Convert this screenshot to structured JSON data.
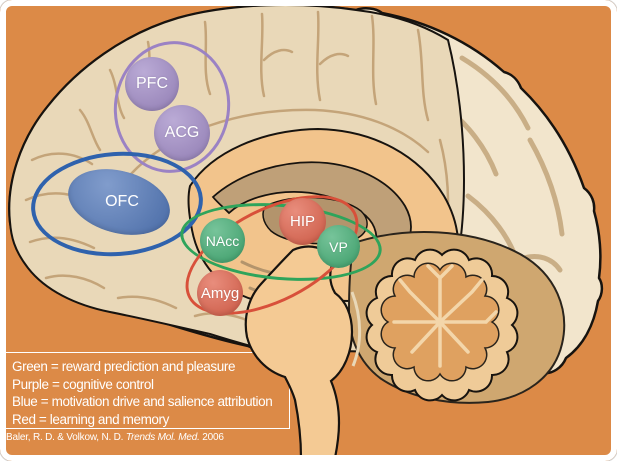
{
  "figure": {
    "description": "Midsagittal human brain diagram with labeled limbic and cortical regions grouped into four colored circuits"
  },
  "colors": {
    "background": "#dc8a47",
    "frame": "#ffffff",
    "cortex_medial": "#e9d8b8",
    "cortex_lateral": "#f2e5cc",
    "sulci": "#c4a479",
    "gyri_lateral": "#c9ae86",
    "limbic_orange": "#f2c48c",
    "corpus_callosum": "#bfa078",
    "thalamus": "#b3946c",
    "brainstem": "#f4ca94",
    "cerebellum_outer": "#efcb98",
    "cerebellum_inner": "#dfa160",
    "cerebellum_branches": "#f3d6aa",
    "posterior_fossa": "#cfa770",
    "outline": "#17130f",
    "node_purple": "#a08ac6",
    "node_blue": "#5076b8",
    "node_green": "#42ad73",
    "node_red": "#e0614a",
    "ring_purple": "#9b82c4",
    "ring_blue": "#2f62ad",
    "ring_green": "#2ea45b",
    "ring_red": "#d8503a",
    "text": "#ffffff"
  },
  "regions": [
    {
      "id": "pfc",
      "label": "PFC",
      "group": "purple",
      "fill": "#a08ac6"
    },
    {
      "id": "acg",
      "label": "ACG",
      "group": "purple",
      "fill": "#a08ac6"
    },
    {
      "id": "ofc",
      "label": "OFC",
      "group": "blue",
      "fill": "#5076b8"
    },
    {
      "id": "nacc",
      "label": "NAcc",
      "group": "green",
      "fill": "#42ad73"
    },
    {
      "id": "hip",
      "label": "HIP",
      "group": "red",
      "fill": "#e0614a"
    },
    {
      "id": "vp",
      "label": "VP",
      "group": "green",
      "fill": "#42ad73"
    },
    {
      "id": "amyg",
      "label": "Amyg",
      "group": "red",
      "fill": "#e0614a"
    }
  ],
  "legend": {
    "items": [
      "Green = reward prediction and pleasure",
      "Purple = cognitive control",
      "Blue = motivation drive and salience attribution",
      "Red = learning and memory"
    ]
  },
  "citation": {
    "authors": "Baler, R. D. & Volkow, N. D. ",
    "journal": "Trends Mol. Med.",
    "year": " 2006"
  }
}
